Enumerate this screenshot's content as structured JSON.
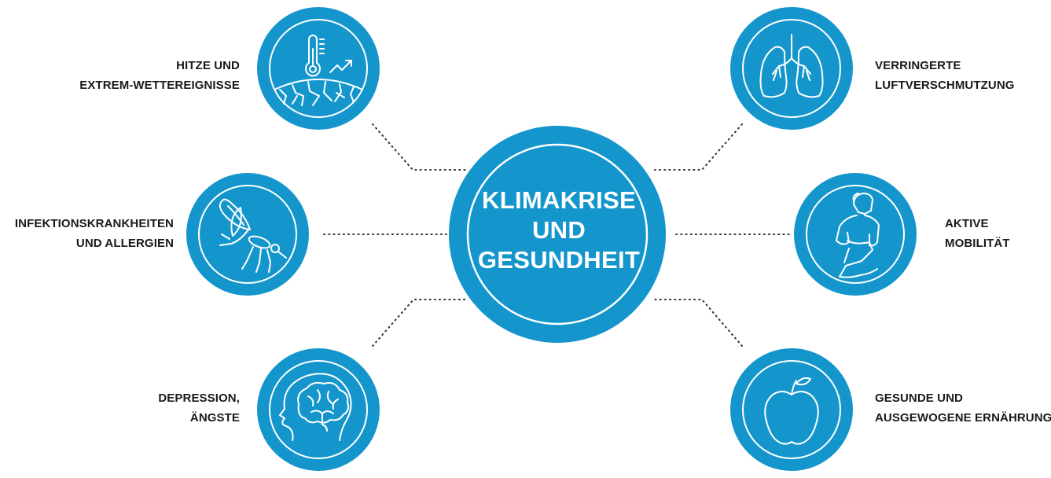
{
  "colors": {
    "circle_fill": "#1496cc",
    "ring_stroke": "#ffffff",
    "connector": "#333333",
    "label_text": "#1a1a1a"
  },
  "center": {
    "lines": [
      "KLIMAKRISE",
      "UND",
      "GESUNDHEIT"
    ]
  },
  "topics": [
    {
      "key": "heat",
      "icon": "thermometer-cracked-earth-icon",
      "lines": [
        "HITZE UND",
        "EXTREM-WETTEREIGNISSE"
      ]
    },
    {
      "key": "infection",
      "icon": "mosquito-icon",
      "lines": [
        "INFEKTIONSKRANKHEITEN",
        "UND ALLERGIEN"
      ]
    },
    {
      "key": "depression",
      "icon": "brain-head-icon",
      "lines": [
        "DEPRESSION,",
        "ÄNGSTE"
      ]
    },
    {
      "key": "air",
      "icon": "lungs-icon",
      "lines": [
        "VERRINGERTE",
        "LUFTVERSCHMUTZUNG"
      ]
    },
    {
      "key": "mobility",
      "icon": "person-walking-icon",
      "lines": [
        "AKTIVE",
        "MOBILITÄT"
      ]
    },
    {
      "key": "nutrition",
      "icon": "apple-icon",
      "lines": [
        "GESUNDE UND",
        "AUSGEWOGENE ERNÄHRUNG"
      ]
    }
  ]
}
